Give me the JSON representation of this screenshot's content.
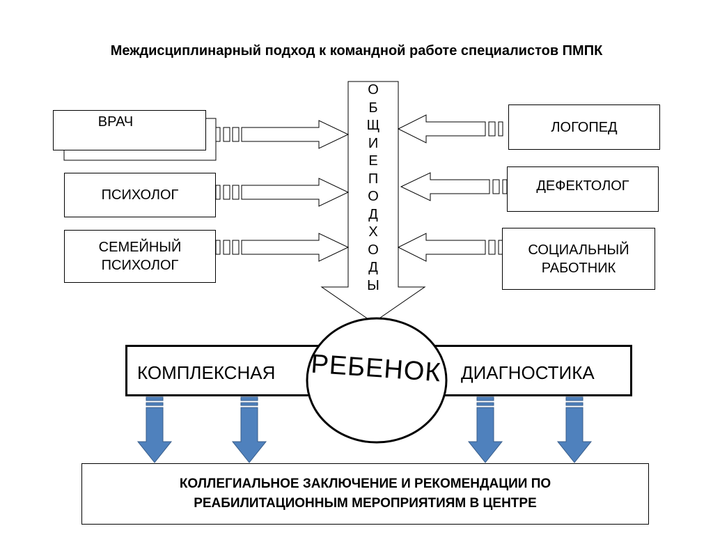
{
  "title": "Междисциплинарный подход к командной работе специалистов ПМПК",
  "center_column": {
    "letters": [
      "О",
      "Б",
      "Щ",
      "И",
      "Е",
      "П",
      "О",
      "Д",
      "Х",
      "О",
      "Д",
      "Ы"
    ]
  },
  "left_boxes": {
    "doctor": "ВРАЧ",
    "psychologist": "ПСИХОЛОГ",
    "family_psychologist": "СЕМЕЙНЫЙ\nПСИХОЛОГ"
  },
  "right_boxes": {
    "speech_therapist": "ЛОГОПЕД",
    "defectologist": "ДЕФЕКТОЛОГ",
    "social_worker": "СОЦИАЛЬНЫЙ\nРАБОТНИК"
  },
  "diagnostics": {
    "left": "КОМПЛЕКСНАЯ",
    "center": "РЕБЕНОК",
    "right": "ДИАГНОСТИКА"
  },
  "conclusion": "КОЛЛЕГИАЛЬНОЕ ЗАКЛЮЧЕНИЕ И РЕКОМЕНДАЦИИ ПО\nРЕАБИЛИТАЦИОННЫМ МЕРОПРИЯТИЯМ В ЦЕНТРЕ",
  "colors": {
    "blue_arrow_fill": "#4f81bd",
    "blue_arrow_stroke": "#385d8a"
  }
}
